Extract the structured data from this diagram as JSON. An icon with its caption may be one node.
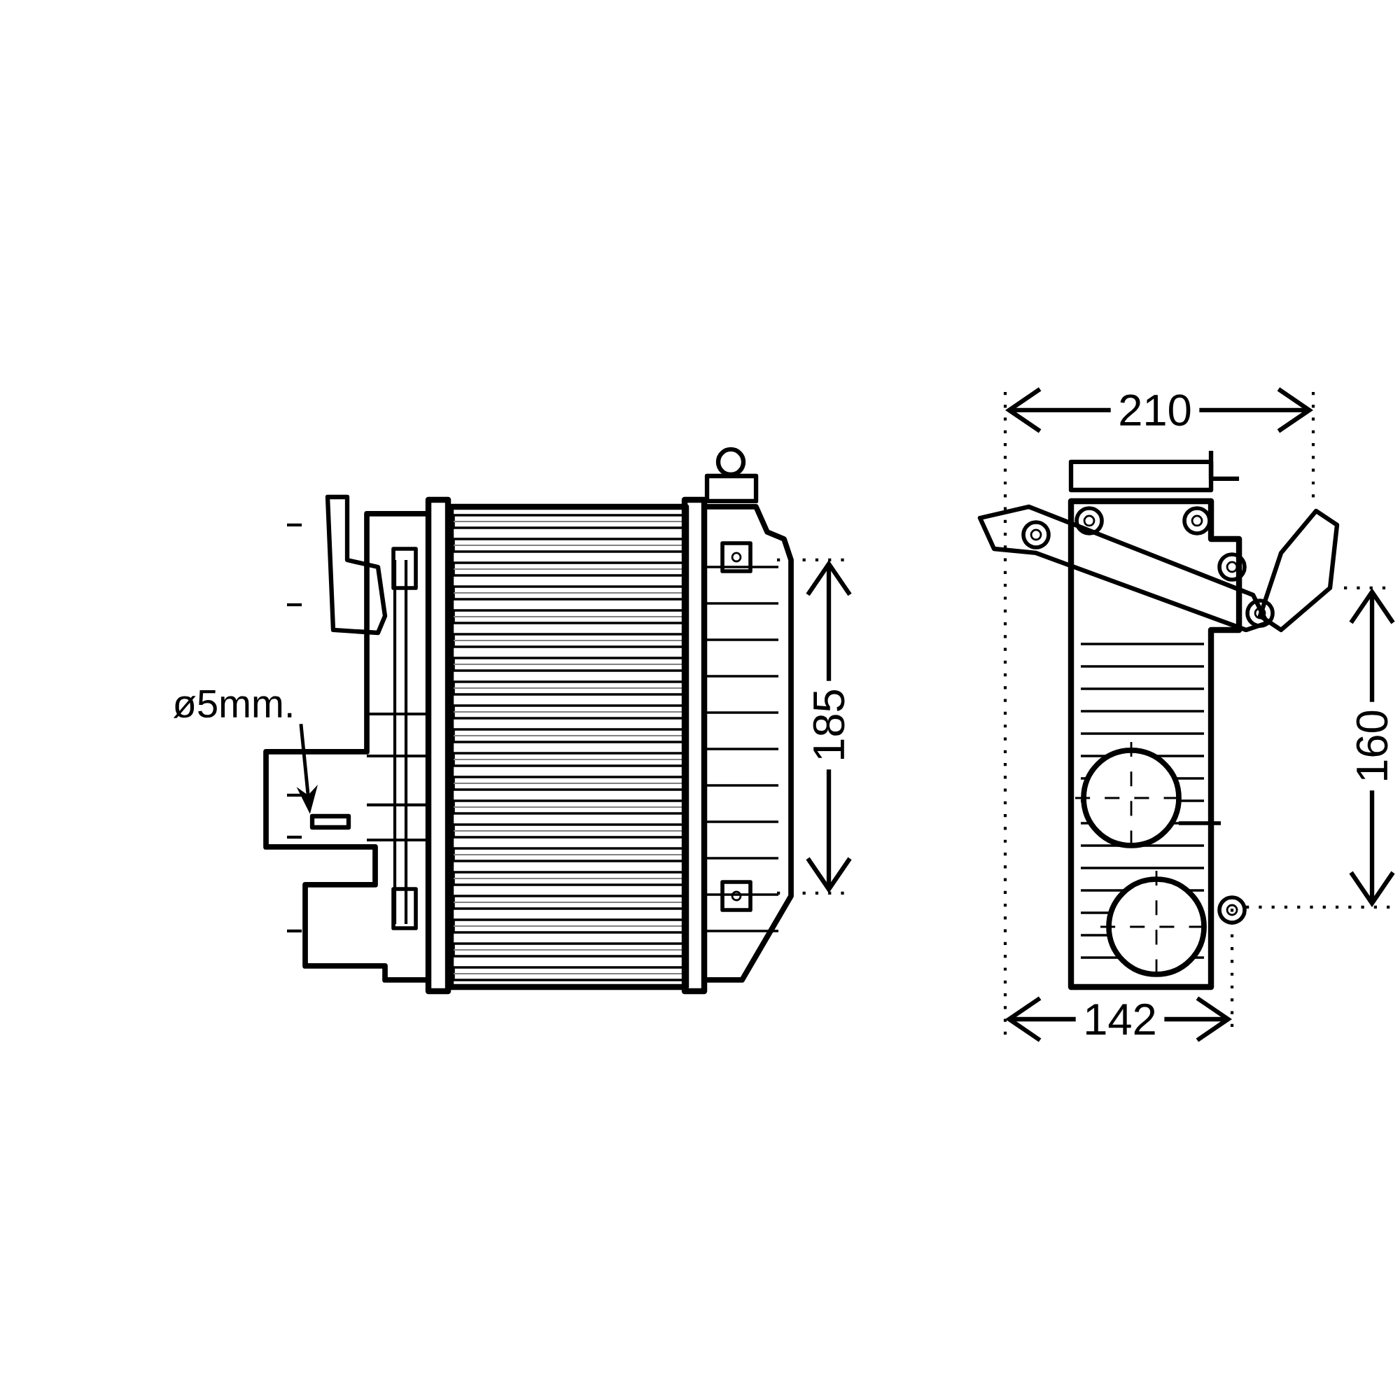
{
  "diagram": {
    "nodes": [
      {
        "text": [
          "ø5mm."
        ]
      },
      {
        "text": [],
        "shape": "box"
      }
    ],
    "edges": [
      {
        "from": 0,
        "to": 1,
        "arrow": "to"
      }
    ],
    "labels": [
      "210",
      "185",
      "160",
      "142"
    ]
  }
}
